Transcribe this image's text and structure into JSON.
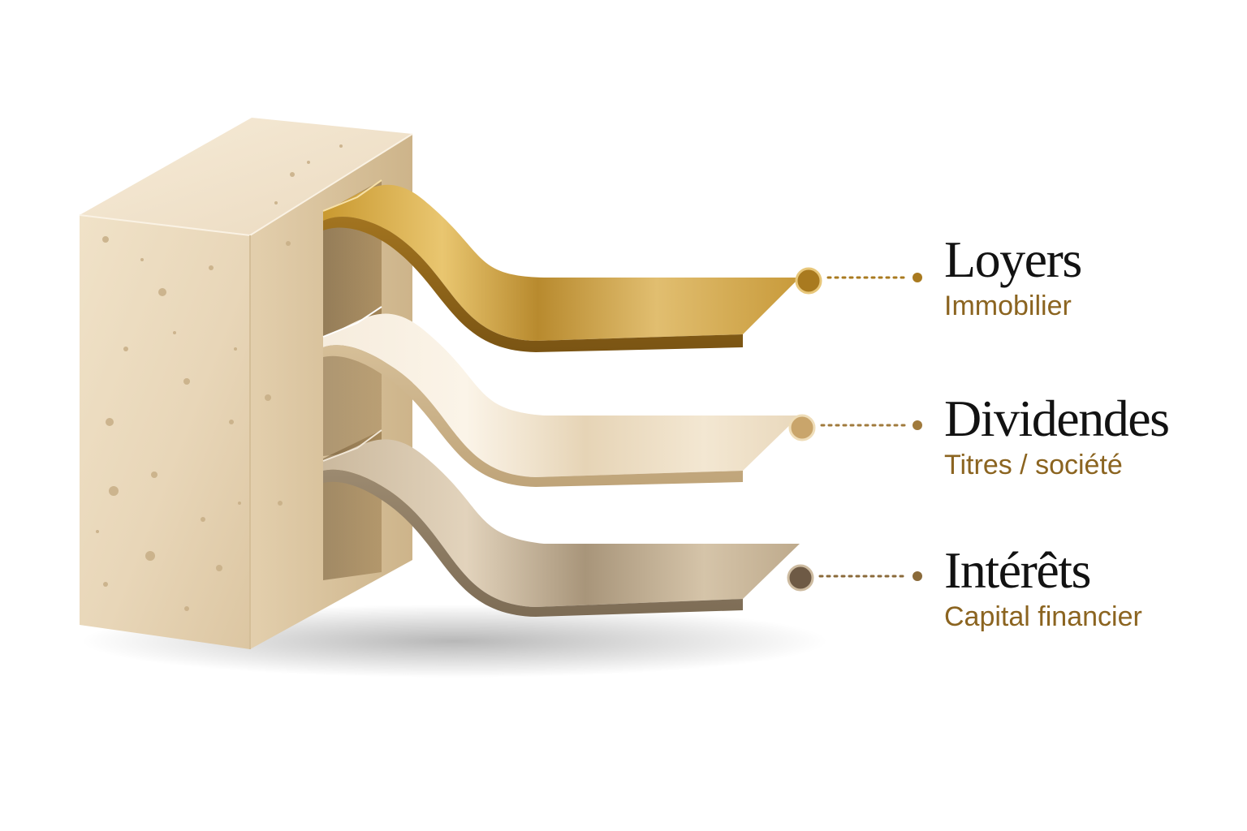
{
  "colors": {
    "gold": "#C89A3A",
    "cream": "#EFE2CB",
    "taupe": "#B7A58C",
    "stone": "#E9D8BC",
    "label_text": "#121212",
    "subtitle_text": "#8B6420",
    "dot_loyers": "#A97A1F",
    "dot_dividendes": "#C9A56B",
    "dot_interets": "#6E5A45"
  },
  "icons": {
    "stone_block": "stone-block-icon",
    "ribbon": "ribbon-icon",
    "connector_dot": "dot-icon"
  },
  "streams": [
    {
      "title": "Loyers",
      "subtitle": "Immobilier"
    },
    {
      "title": "Dividendes",
      "subtitle": "Titres / société"
    },
    {
      "title": "Intérêts",
      "subtitle": "Capital financier"
    }
  ]
}
